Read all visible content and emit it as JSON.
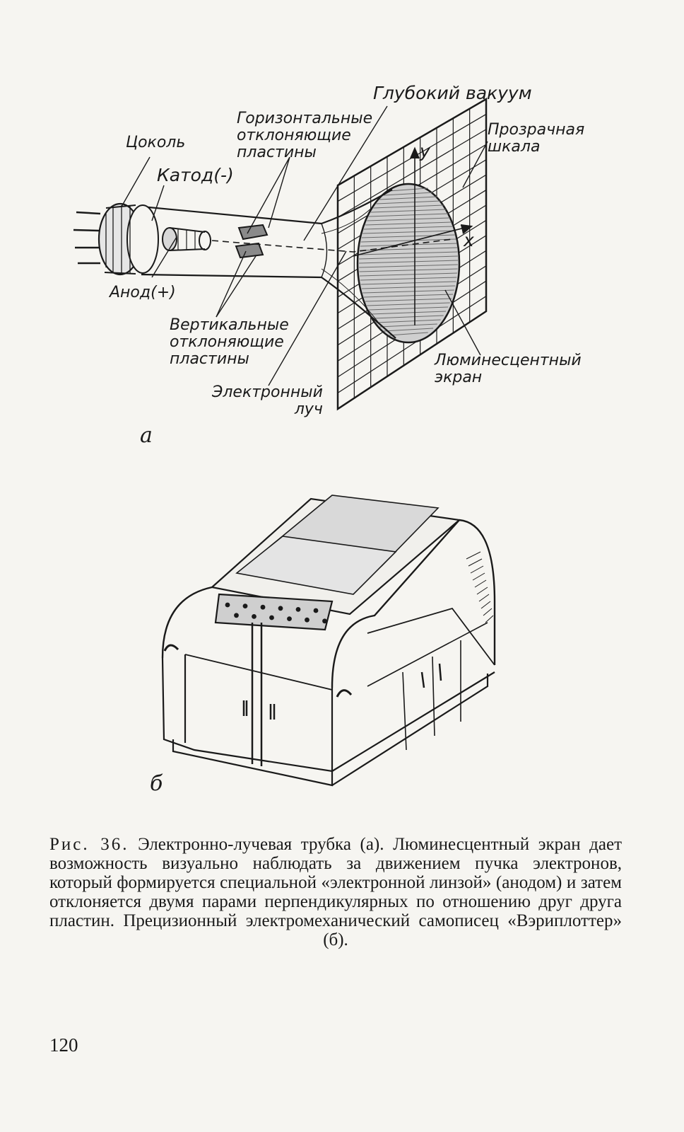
{
  "figure_a": {
    "panel_label": "а",
    "labels": {
      "deep_vacuum": "Глубокий вакуум",
      "horizontal_plates": "Горизонтальные\nотклоняющие\nпластины",
      "base": "Цоколь",
      "cathode": "Катод(-)",
      "transparent_scale": "Прозрачная\nшкала",
      "anode": "Анод(+)",
      "vertical_plates": "Вертикальные\nотклоняющие\nпластины",
      "electron_beam": "Электронный\nлуч",
      "luminescent_screen": "Люминесцентный\nэкран",
      "axis_x": "x",
      "axis_y": "y"
    }
  },
  "figure_b": {
    "panel_label": "б"
  },
  "caption": {
    "fig_number": "Рис. 36.",
    "text": "Электронно-лучевая трубка (а). Люминесцентный экран дает возможность визуально наблюдать за движением пучка электронов, который формируется специальной «электронной линзой» (анодом) и затем отклоняется двумя парами перпендикулярных по отношению друг друга пластин. Прецизионный электромеханический самописец «Вэриплоттер» (б)."
  },
  "page_number": "120"
}
